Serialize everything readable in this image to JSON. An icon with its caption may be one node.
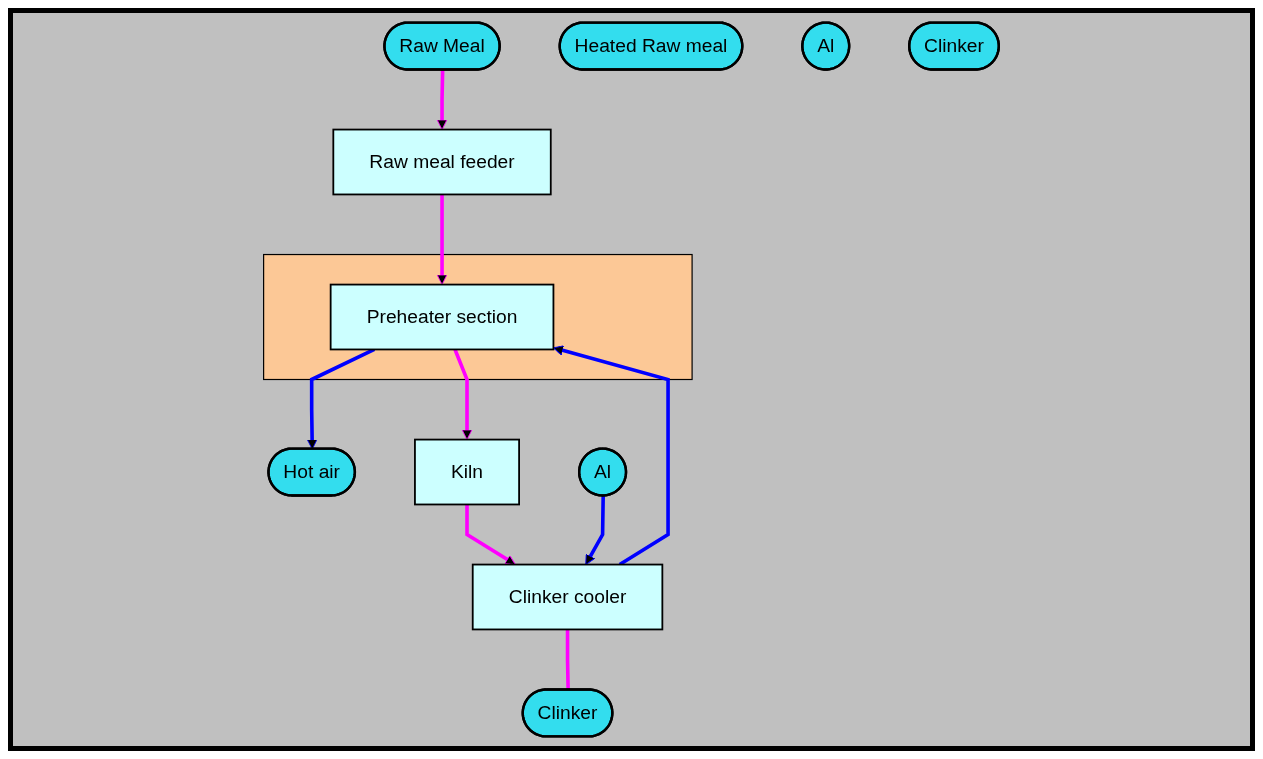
{
  "diagram": {
    "nodes": [
      {
        "text": [
          "Raw Meal"
        ]
      },
      {
        "text": [
          "Raw meal feeder"
        ]
      },
      {
        "text": [],
        "shape": "box"
      },
      {
        "text": [
          "Preheater section"
        ],
        "in": 2
      },
      {
        "text": [
          "Hot air"
        ]
      },
      {
        "text": [
          "Heated Raw meal"
        ]
      },
      {
        "text": [
          "Kiln"
        ]
      },
      {
        "text": [
          "Al"
        ]
      },
      {
        "text": [
          "Clinker cooler"
        ]
      },
      {
        "text": [
          "Clinker"
        ]
      },
      {
        "text": [
          "Clinker"
        ]
      },
      {
        "text": [
          "Al"
        ]
      }
    ],
    "edges": [
      {
        "from": 0,
        "to": 1,
        "arrow": "to"
      },
      {
        "from": 1,
        "to": 3,
        "arrow": "to"
      },
      {
        "from": 3,
        "to": 4,
        "arrow": "to",
        "color": "#0000ff"
      },
      {
        "from": 8,
        "to": 3,
        "arrow": "to",
        "color": "#0000ff"
      },
      {
        "from": 3,
        "to": 6,
        "arrow": "to"
      },
      {
        "from": 6,
        "to": 8,
        "arrow": "to"
      },
      {
        "from": 8,
        "to": 10,
        "arrow": "none"
      },
      {
        "from": 11,
        "to": 8,
        "arrow": "to",
        "color": "#0000ff"
      }
    ]
  }
}
